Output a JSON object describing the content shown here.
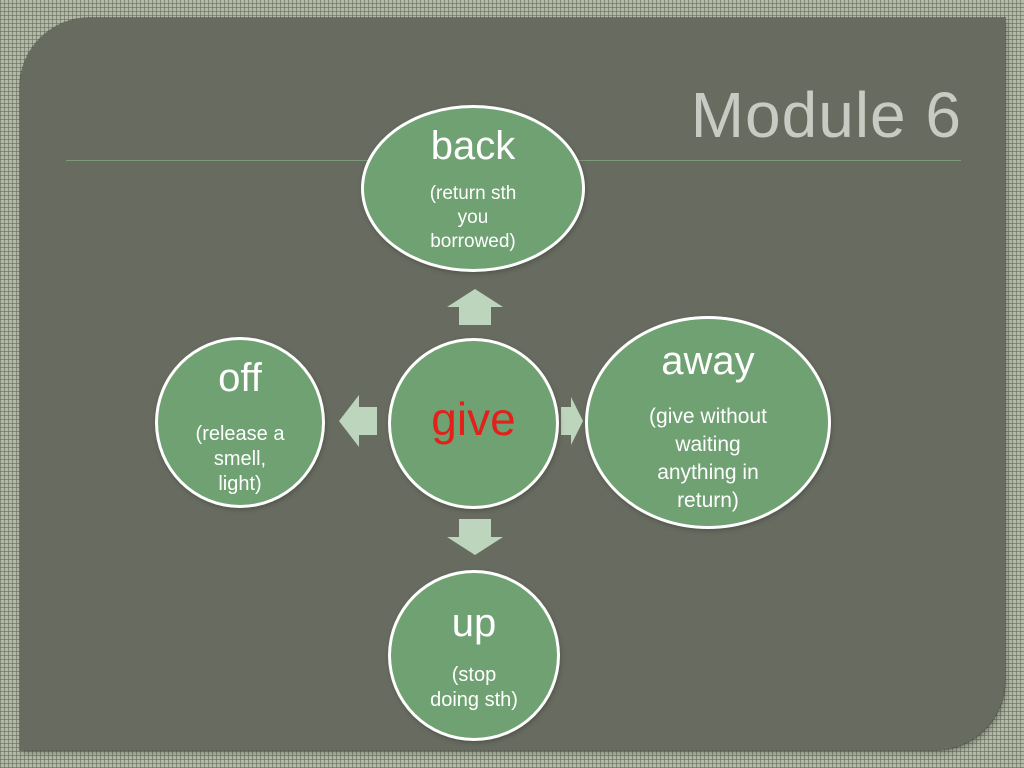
{
  "slide": {
    "title": "Module 6"
  },
  "diagram": {
    "center": {
      "word": "give",
      "color": "#e3211b"
    },
    "nodes": [
      {
        "id": "back",
        "head": "back",
        "desc": "(return sth\nyou\nborrowed)"
      },
      {
        "id": "away",
        "head": "away",
        "desc": "(give without\nwaiting\nanything in\nreturn)"
      },
      {
        "id": "off",
        "head": "off",
        "desc": "(release a\nsmell,\nlight)"
      },
      {
        "id": "up",
        "head": "up",
        "desc": "(stop\ndoing sth)"
      }
    ],
    "node_fill": "#6fa172",
    "node_border": "#ffffff",
    "arrow_color": "#bdd5bd",
    "background": "#686c60",
    "title_color": "#c8cbc3"
  }
}
